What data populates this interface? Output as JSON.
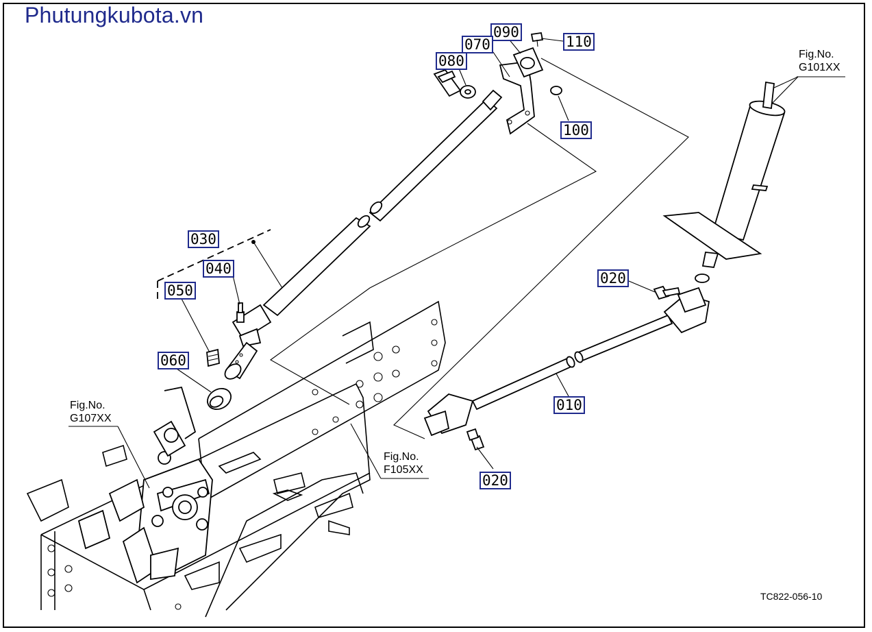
{
  "watermark": "Phutungkubota.vn",
  "drawing_code": "TC822-056-10",
  "part_labels": {
    "p010": "010",
    "p020a": "020",
    "p020b": "020",
    "p030": "030",
    "p040": "040",
    "p050": "050",
    "p060": "060",
    "p070": "070",
    "p080": "080",
    "p090": "090",
    "p100": "100",
    "p110": "110"
  },
  "figure_refs": {
    "g101": {
      "fig": "Fig.No.",
      "code": "G101XX"
    },
    "g107": {
      "fig": "Fig.No.",
      "code": "G107XX"
    },
    "f105": {
      "fig": "Fig.No.",
      "code": "F105XX"
    }
  },
  "colors": {
    "label_border": "#1f2a8c",
    "watermark": "#1f2a8c",
    "line": "#000000"
  }
}
